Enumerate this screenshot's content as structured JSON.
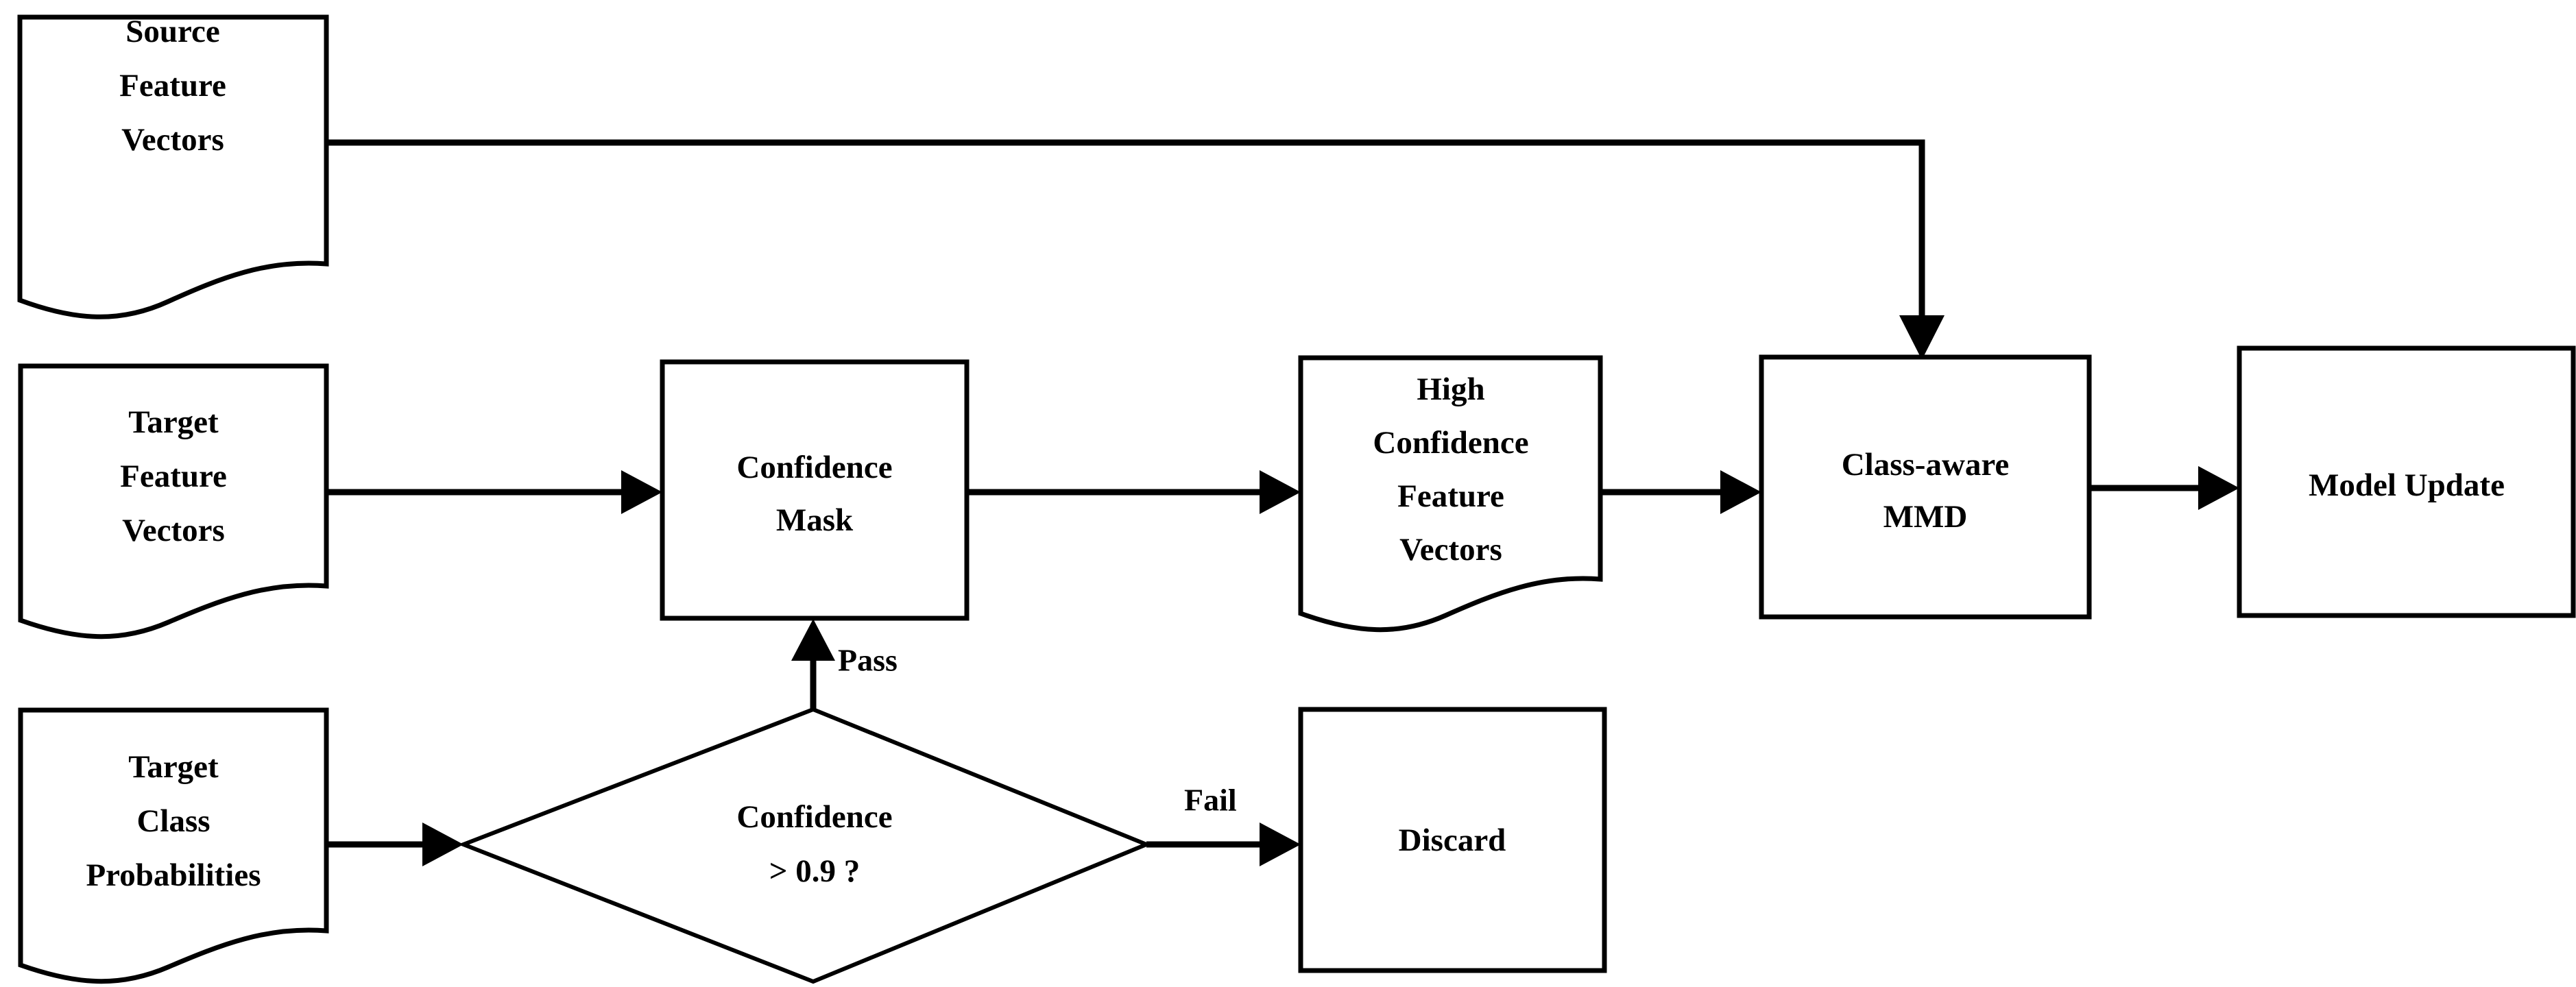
{
  "diagram": {
    "title": "Confidence-masked class-aware MMD domain adaptation flow",
    "background_color": "#ffffff",
    "line_color": "#000000",
    "nodes": [
      {
        "id": "source-feature-vectors",
        "shape": "document",
        "lines": [
          "Source",
          "Feature",
          "Vectors"
        ]
      },
      {
        "id": "target-feature-vectors",
        "shape": "document",
        "lines": [
          "Target",
          "Feature",
          "Vectors"
        ]
      },
      {
        "id": "confidence-mask",
        "shape": "rectangle",
        "lines": [
          "Confidence",
          "Mask"
        ]
      },
      {
        "id": "high-confidence-feature-vectors",
        "shape": "document",
        "lines": [
          "High",
          "Confidence",
          "Feature",
          "Vectors"
        ]
      },
      {
        "id": "class-aware-mmd",
        "shape": "rectangle",
        "lines": [
          "Class-aware",
          "MMD"
        ]
      },
      {
        "id": "model-update",
        "shape": "rectangle",
        "lines": [
          "Model Update"
        ]
      },
      {
        "id": "target-class-probabilities",
        "shape": "document",
        "lines": [
          "Target",
          "Class",
          "Probabilities"
        ]
      },
      {
        "id": "confidence-decision",
        "shape": "diamond",
        "lines": [
          "Confidence",
          "> 0.9 ?"
        ]
      },
      {
        "id": "discard",
        "shape": "rectangle",
        "lines": [
          "Discard"
        ]
      }
    ],
    "edges": [
      {
        "id": "source-to-mmd",
        "from": "source-feature-vectors",
        "to": "class-aware-mmd",
        "label": ""
      },
      {
        "id": "target-to-mask",
        "from": "target-feature-vectors",
        "to": "confidence-mask",
        "label": ""
      },
      {
        "id": "mask-to-highconf",
        "from": "confidence-mask",
        "to": "high-confidence-feature-vectors",
        "label": ""
      },
      {
        "id": "highconf-to-mmd",
        "from": "high-confidence-feature-vectors",
        "to": "class-aware-mmd",
        "label": ""
      },
      {
        "id": "mmd-to-update",
        "from": "class-aware-mmd",
        "to": "model-update",
        "label": ""
      },
      {
        "id": "probs-to-decision",
        "from": "target-class-probabilities",
        "to": "confidence-decision",
        "label": ""
      },
      {
        "id": "decision-pass",
        "from": "confidence-decision",
        "to": "confidence-mask",
        "label": "Pass"
      },
      {
        "id": "decision-fail",
        "from": "confidence-decision",
        "to": "discard",
        "label": "Fail"
      }
    ],
    "labels": {
      "pass": "Pass",
      "fail": "Fail"
    },
    "text": {
      "source_line1": "Source",
      "source_line2": "Feature",
      "source_line3": "Vectors",
      "targetfv_line1": "Target",
      "targetfv_line2": "Feature",
      "targetfv_line3": "Vectors",
      "mask_line1": "Confidence",
      "mask_line2": "Mask",
      "highconf_line1": "High",
      "highconf_line2": "Confidence",
      "highconf_line3": "Feature",
      "highconf_line4": "Vectors",
      "mmd_line1": "Class-aware",
      "mmd_line2": "MMD",
      "update_line1": "Model Update",
      "probs_line1": "Target",
      "probs_line2": "Class",
      "probs_line3": "Probabilities",
      "decision_line1": "Confidence",
      "decision_line2": "> 0.9 ?",
      "discard_line1": "Discard"
    }
  }
}
